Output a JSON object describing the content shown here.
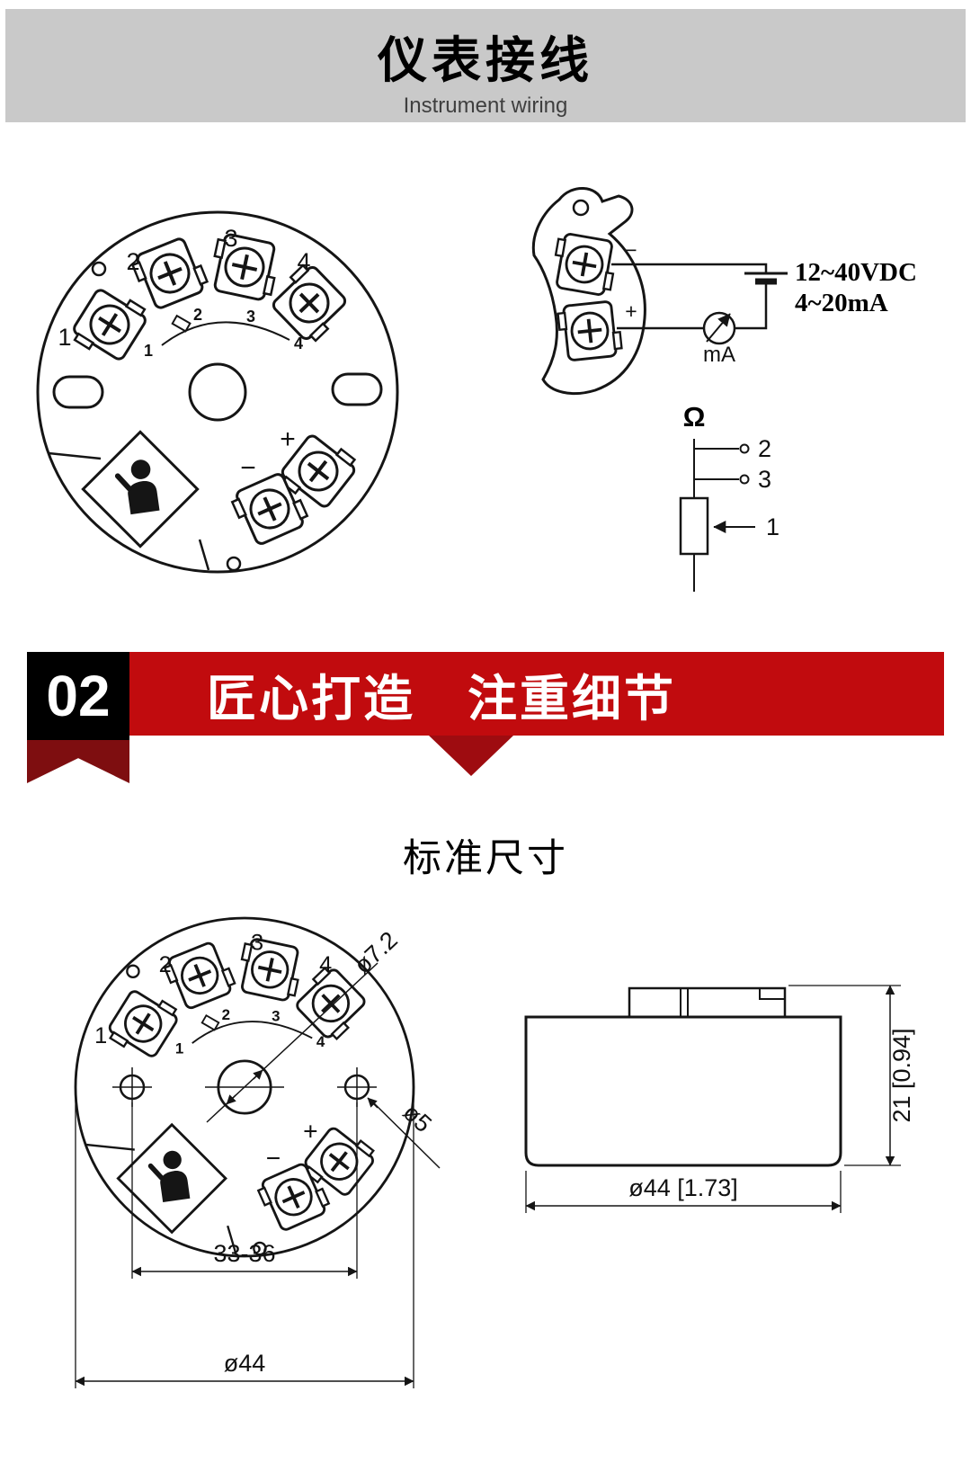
{
  "header": {
    "title": "仪表接线",
    "subtitle": "Instrument wiring"
  },
  "terminal_head": {
    "outer_labels": [
      "1",
      "2",
      "3",
      "4"
    ],
    "inner_labels": [
      "1",
      "2",
      "3",
      "4"
    ],
    "plus": "+",
    "minus": "−"
  },
  "loop_circuit": {
    "minus": "−",
    "plus": "+",
    "supply_line1": "12~40VDC",
    "supply_line2": "4~20mA",
    "meter_label": "mA"
  },
  "rtd_circuit": {
    "ohm": "Ω",
    "terminal_2": "2",
    "terminal_3": "3",
    "terminal_1": "1"
  },
  "section_banner": {
    "number": "02",
    "title": "匠心打造　注重细节"
  },
  "dimensions": {
    "heading": "标准尺寸",
    "center_hole_dia": "ø7.2",
    "side_hole_dia": "ø5",
    "hole_spacing": "33-36",
    "outer_dia": "ø44",
    "height": "21 [0.94]",
    "outer_dia_inch": "ø44 [1.73]"
  },
  "colors": {
    "header_gray": "#c9c9c9",
    "banner_red": "#c10b0e",
    "ribbon_dark_red": "#7e0e10",
    "badge_black": "#000000",
    "line_black": "#151515"
  }
}
